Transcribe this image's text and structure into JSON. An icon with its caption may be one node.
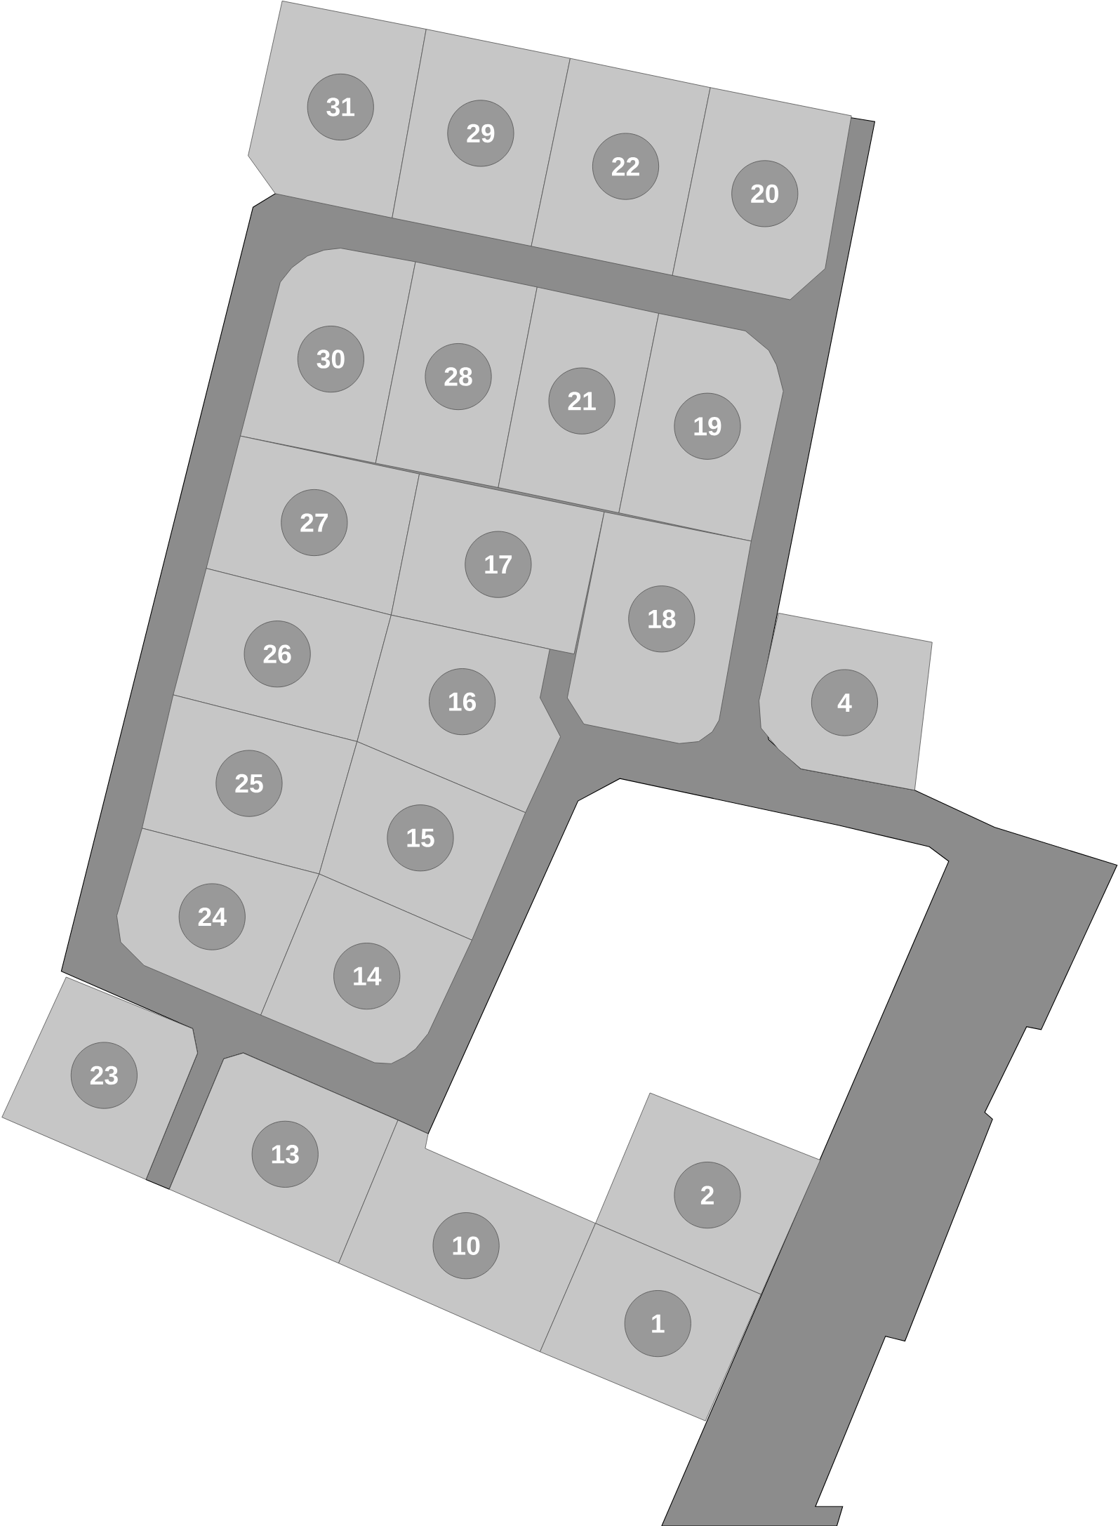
{
  "diagram": {
    "nodes": [
      {
        "text": [
          "31"
        ]
      },
      {
        "text": [
          "29"
        ]
      },
      {
        "text": [
          "22"
        ]
      },
      {
        "text": [
          "20"
        ]
      },
      {
        "text": [
          "30"
        ]
      },
      {
        "text": [
          "28"
        ]
      },
      {
        "text": [
          "21"
        ]
      },
      {
        "text": [
          "19"
        ]
      },
      {
        "text": [
          "27"
        ]
      },
      {
        "text": [
          "17"
        ]
      },
      {
        "text": [
          "18"
        ]
      },
      {
        "text": [
          "26"
        ]
      },
      {
        "text": [
          "16"
        ]
      },
      {
        "text": [
          "4"
        ]
      },
      {
        "text": [
          "25"
        ]
      },
      {
        "text": [
          "15"
        ]
      },
      {
        "text": [
          "24"
        ]
      },
      {
        "text": [
          "14"
        ]
      },
      {
        "text": [
          "23"
        ]
      },
      {
        "text": [
          "13"
        ]
      },
      {
        "text": [
          "10"
        ]
      },
      {
        "text": [
          "2"
        ]
      },
      {
        "text": [
          "1"
        ]
      }
    ]
  }
}
